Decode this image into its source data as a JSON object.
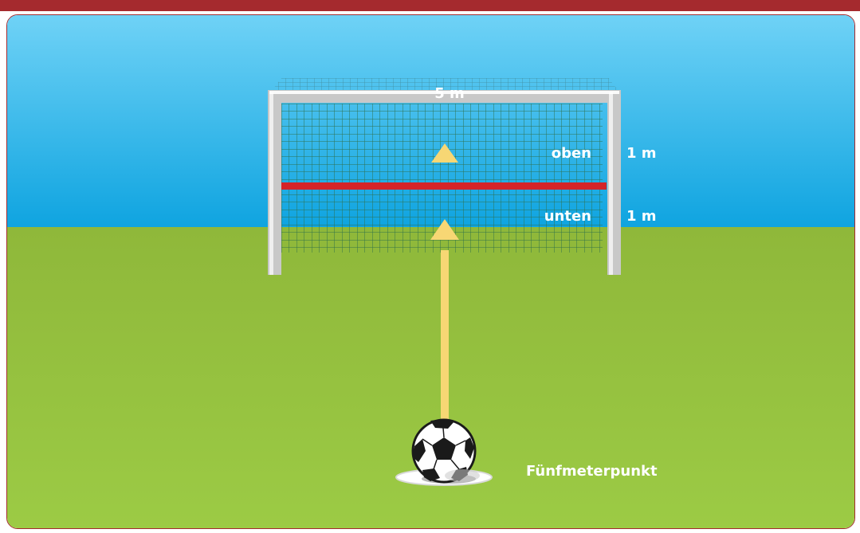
{
  "labels": {
    "width": "5 m",
    "upper_zone": "oben",
    "upper_height": "1 m",
    "lower_zone": "unten",
    "lower_height": "1 m",
    "penalty_spot": "Fünfmeterpunkt"
  },
  "colors": {
    "top_bar": "#a52a2e",
    "frame_border": "#a52a2e",
    "sky_top": "#6fd2f6",
    "sky_bottom": "#0fa4e0",
    "grass_top": "#8fb83a",
    "grass_bottom": "#9ccb45",
    "goal_post": "#c8c8c8",
    "net": "#2e6f4a",
    "divider_line": "#d42428",
    "marker": "#f7d774",
    "label_text": "#ffffff"
  }
}
